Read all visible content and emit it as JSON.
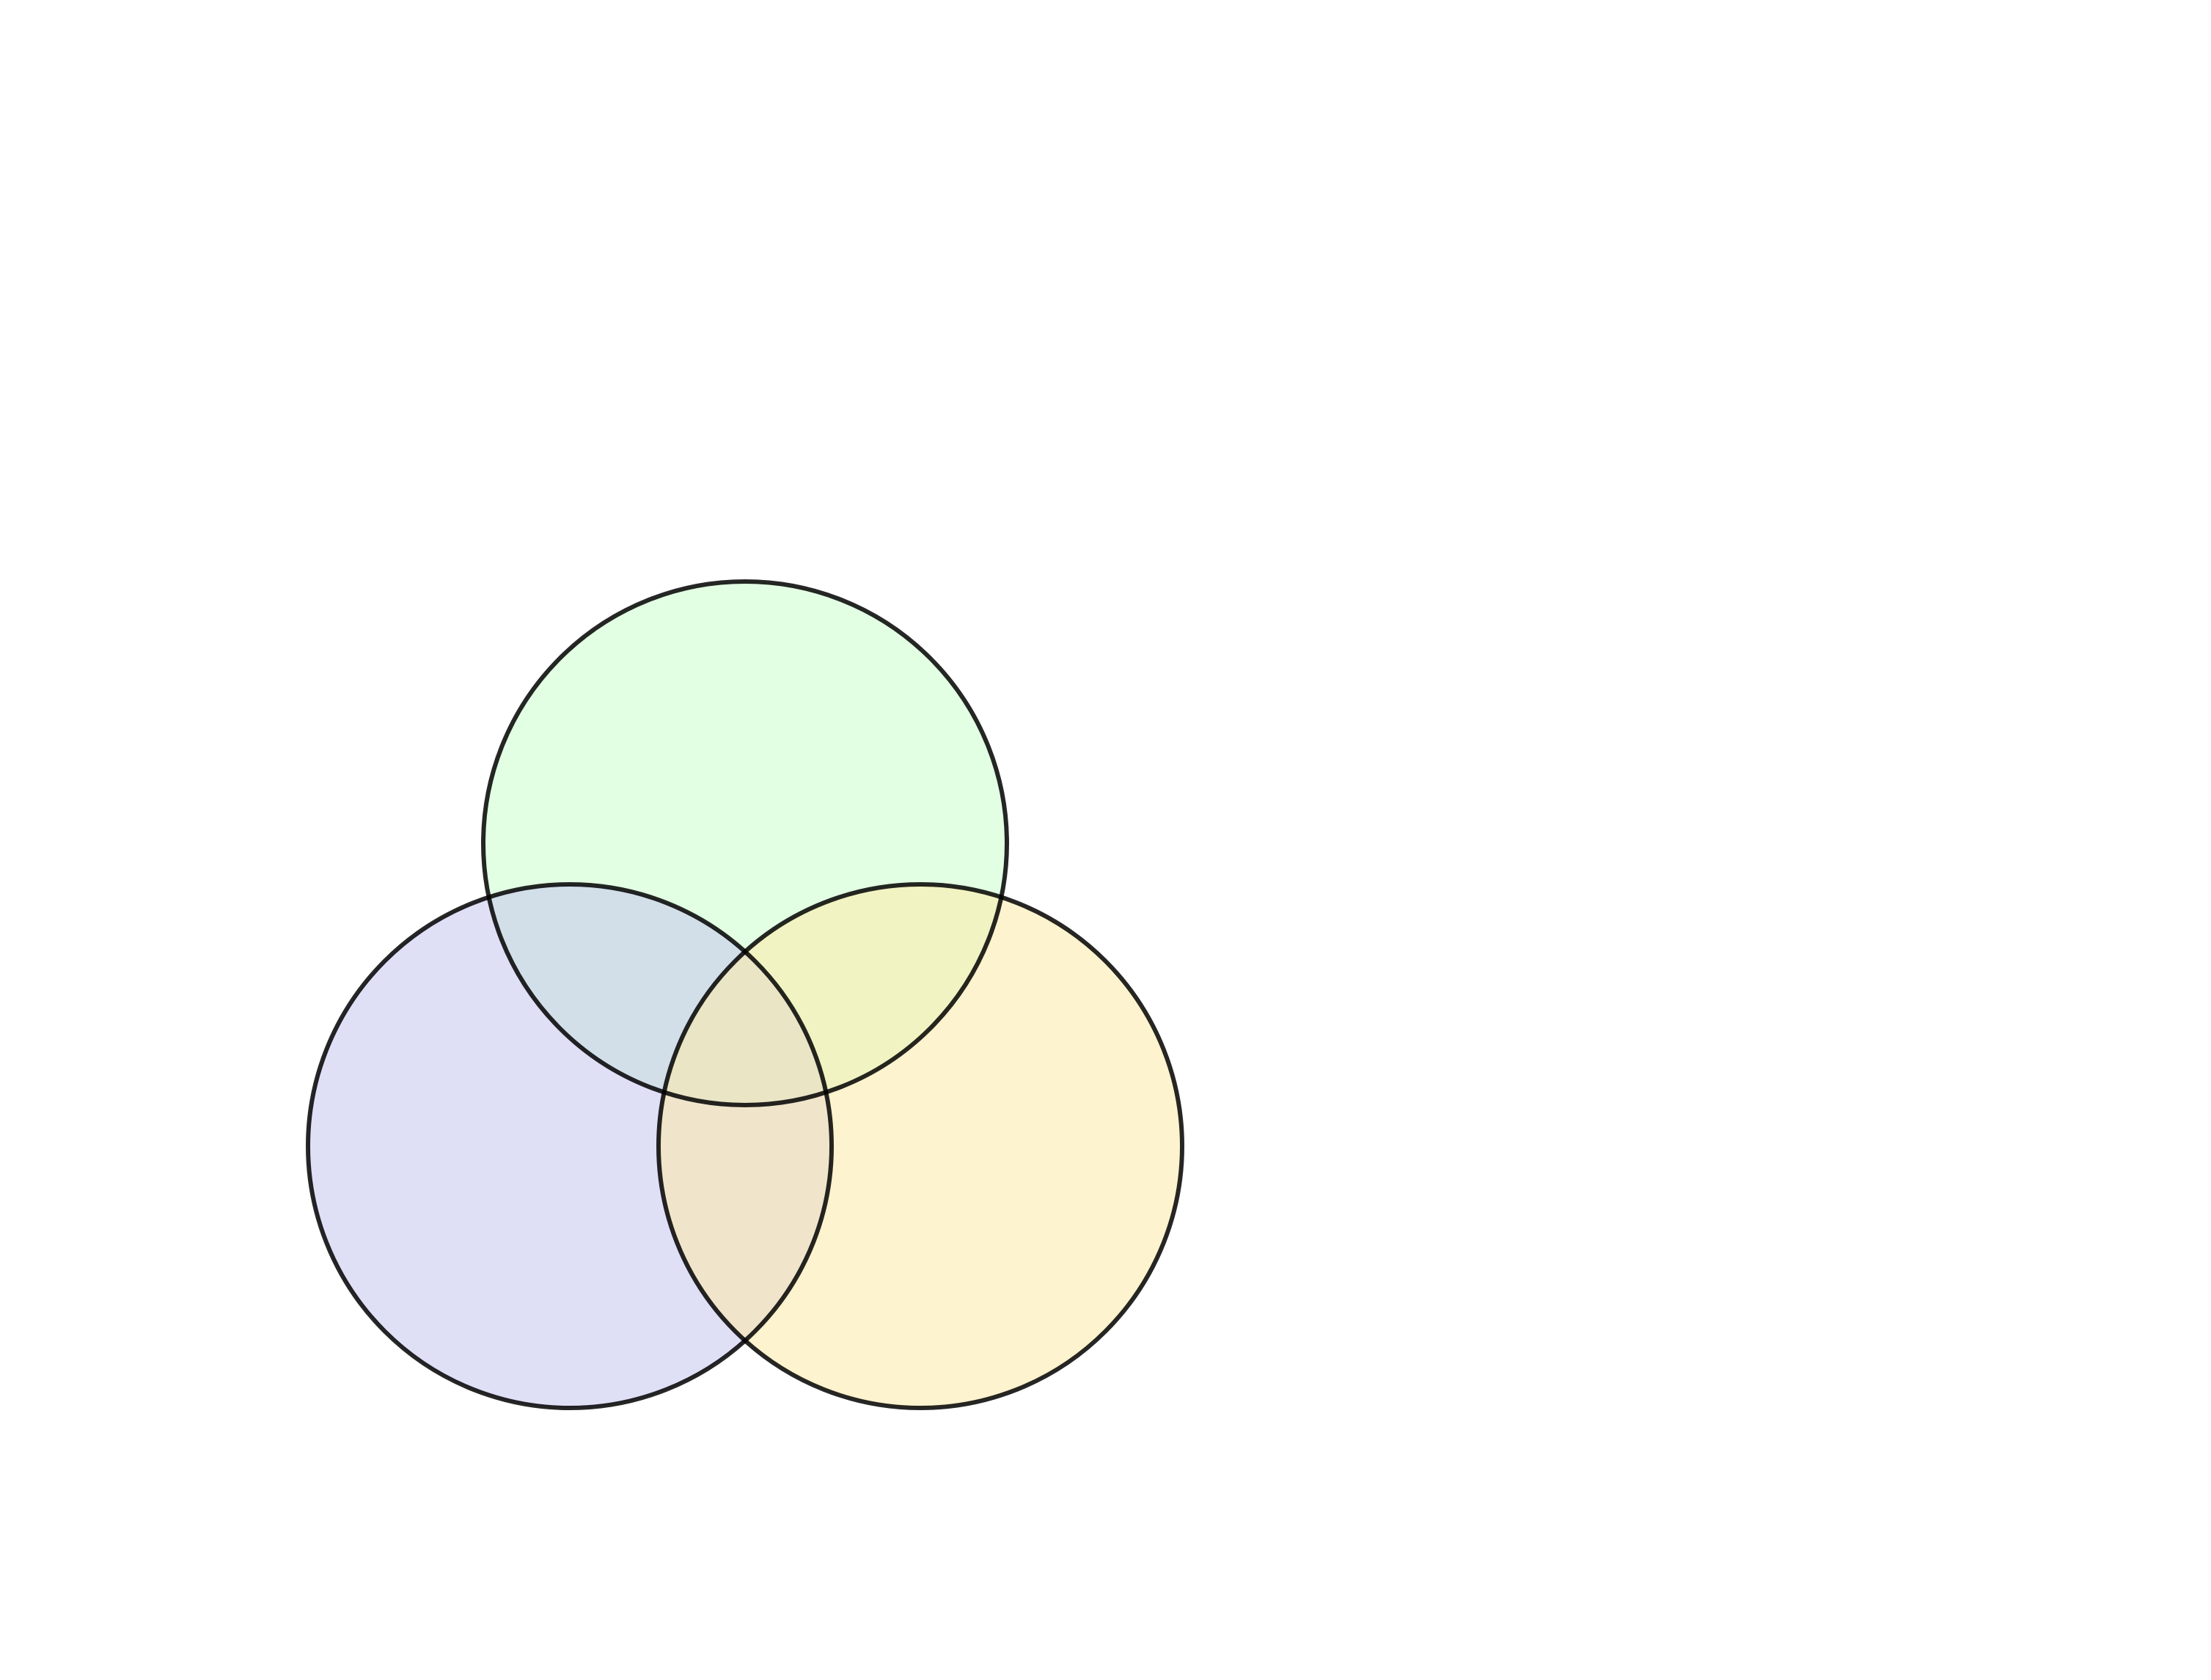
{
  "diagram": {
    "type": "venn",
    "set_count": 3,
    "sets": [
      {
        "id": "top",
        "fill": "#ccffcc",
        "stroke": "#000000"
      },
      {
        "id": "bottom-left",
        "fill": "#c4c4ee",
        "stroke": "#000000"
      },
      {
        "id": "bottom-right",
        "fill": "#fde9a8",
        "stroke": "#000000"
      }
    ],
    "labels": []
  }
}
